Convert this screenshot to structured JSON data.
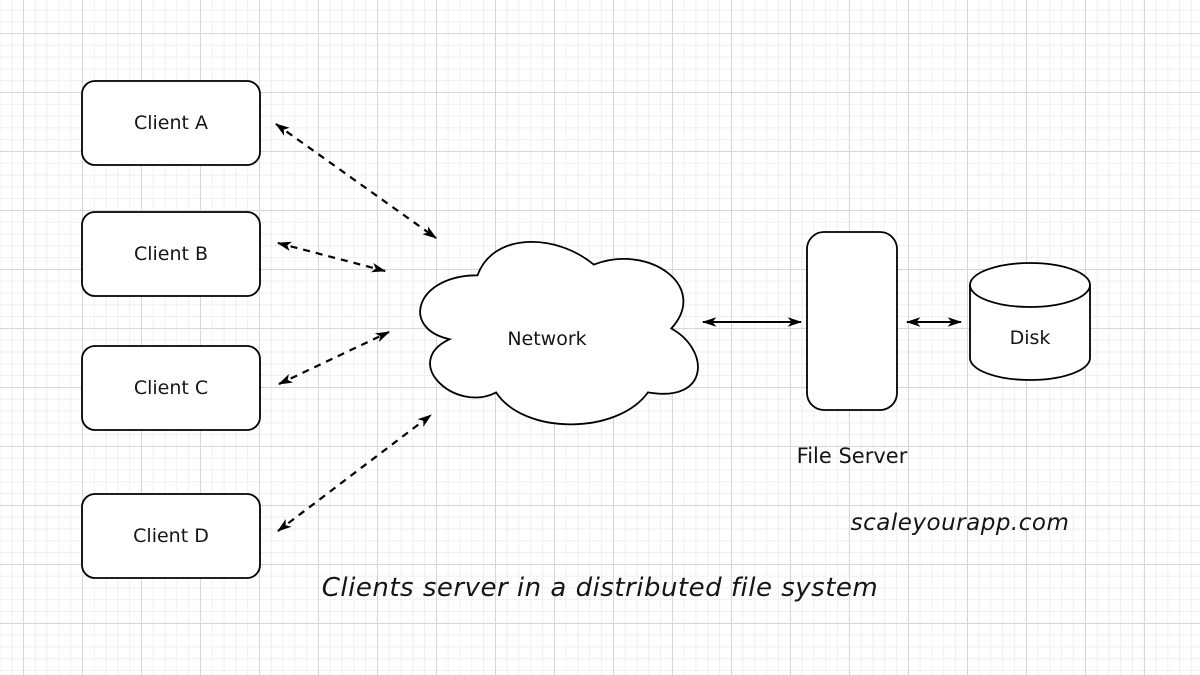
{
  "title": "Clients server in a distributed file system",
  "watermark": "scaleyourapp.com",
  "nodes": {
    "clients": [
      {
        "label": "Client A"
      },
      {
        "label": "Client B"
      },
      {
        "label": "Client C"
      },
      {
        "label": "Client D"
      }
    ],
    "network": {
      "label": "Network"
    },
    "file_server": {
      "label": "File Server"
    },
    "disk": {
      "label": "Disk"
    }
  },
  "edges": [
    {
      "from": "Client A",
      "to": "Network",
      "style": "dashed",
      "bidirectional": true
    },
    {
      "from": "Client B",
      "to": "Network",
      "style": "dashed",
      "bidirectional": true
    },
    {
      "from": "Client C",
      "to": "Network",
      "style": "dashed",
      "bidirectional": true
    },
    {
      "from": "Client D",
      "to": "Network",
      "style": "dashed",
      "bidirectional": true
    },
    {
      "from": "Network",
      "to": "File Server",
      "style": "solid",
      "bidirectional": true
    },
    {
      "from": "File Server",
      "to": "Disk",
      "style": "solid",
      "bidirectional": true
    }
  ],
  "colors": {
    "stroke": "#000000",
    "shape_fill": "#ffffff",
    "background": "#ffffff",
    "grid_minor": "#efefef",
    "grid_major": "#d7d7d7",
    "text": "#151515"
  }
}
